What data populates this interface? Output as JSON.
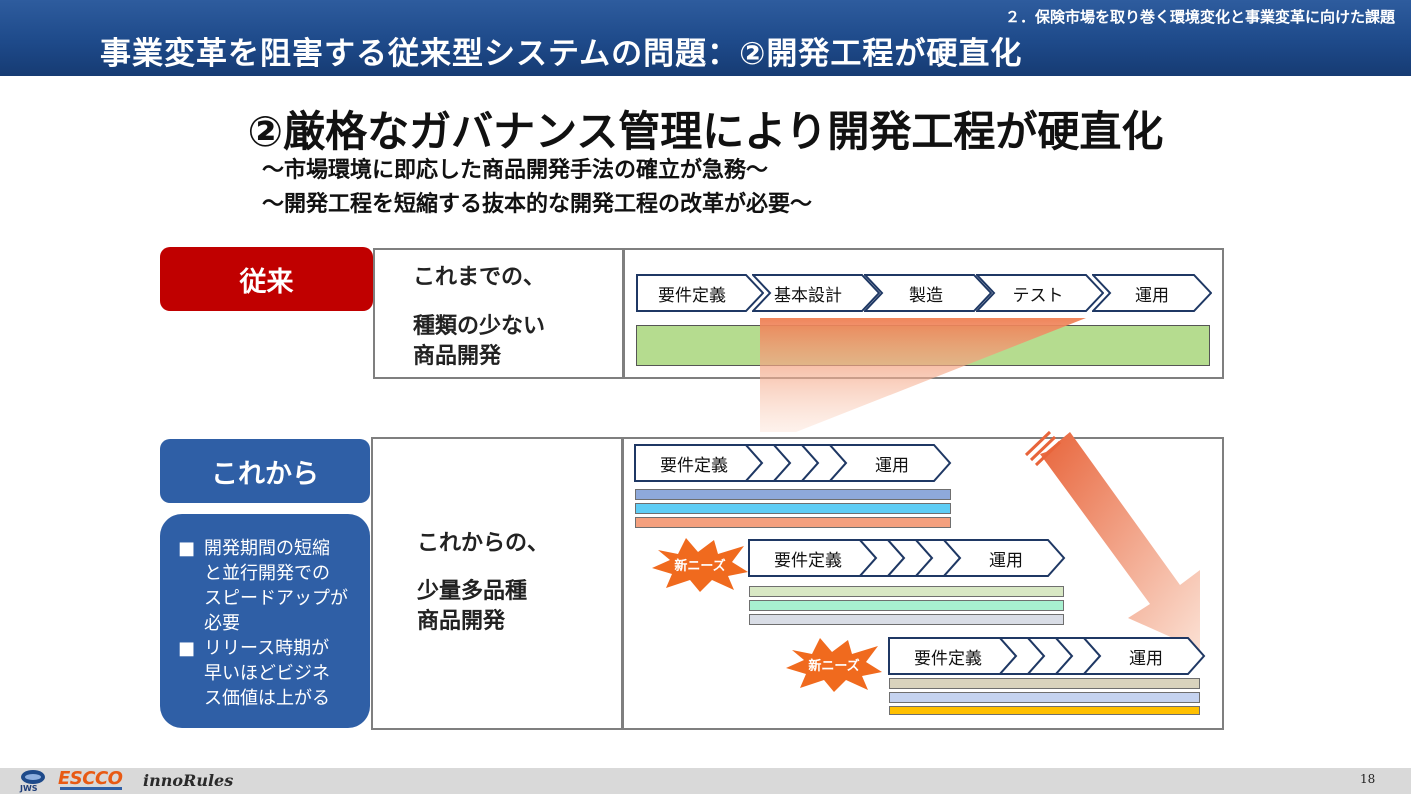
{
  "header": {
    "section": "２．保険市場を取り巻く環境変化と事業変革に向けた課題",
    "title": "事業変革を阻害する従来型システムの問題：②開発工程が硬直化"
  },
  "main": {
    "heading": "②厳格なガバナンス管理により開発工程が硬直化",
    "sub1": "～市場環境に即応した商品開発手法の確立が急務～",
    "sub2": "～開発工程を短縮する抜本的な開発工程の改革が必要～"
  },
  "past": {
    "tag": "従来",
    "line1": "これまでの、",
    "line2": "種類の少ない",
    "line3": "商品開発",
    "stages": [
      "要件定義",
      "基本設計",
      "製造",
      "テスト",
      "運用"
    ]
  },
  "future": {
    "tag": "これから",
    "line1": "これからの、",
    "line2": "少量多品種",
    "line3": "商品開発",
    "flow_start": "要件定義",
    "flow_end": "運用",
    "burst": "新ニーズ",
    "bullets": [
      {
        "mark": "■",
        "lines": [
          "開発期間の短縮",
          "と並行開発での",
          "スピードアップが",
          "必要"
        ]
      },
      {
        "mark": "■",
        "lines": [
          "リリース時期が",
          "早いほどビジネ",
          "ス価値は上がる"
        ]
      }
    ]
  },
  "colors": {
    "header": "#1e4a8a",
    "tag_past": "#c00000",
    "tag_future": "#2f5fa6",
    "stage_border": "#1f3864",
    "past_bar": "#b5dc8f",
    "burst": "#f06a1e",
    "arrow": "#ee8055"
  },
  "footer": {
    "logos": [
      "JWS",
      "ESCCO",
      "innoRules"
    ],
    "page_number": "18"
  }
}
